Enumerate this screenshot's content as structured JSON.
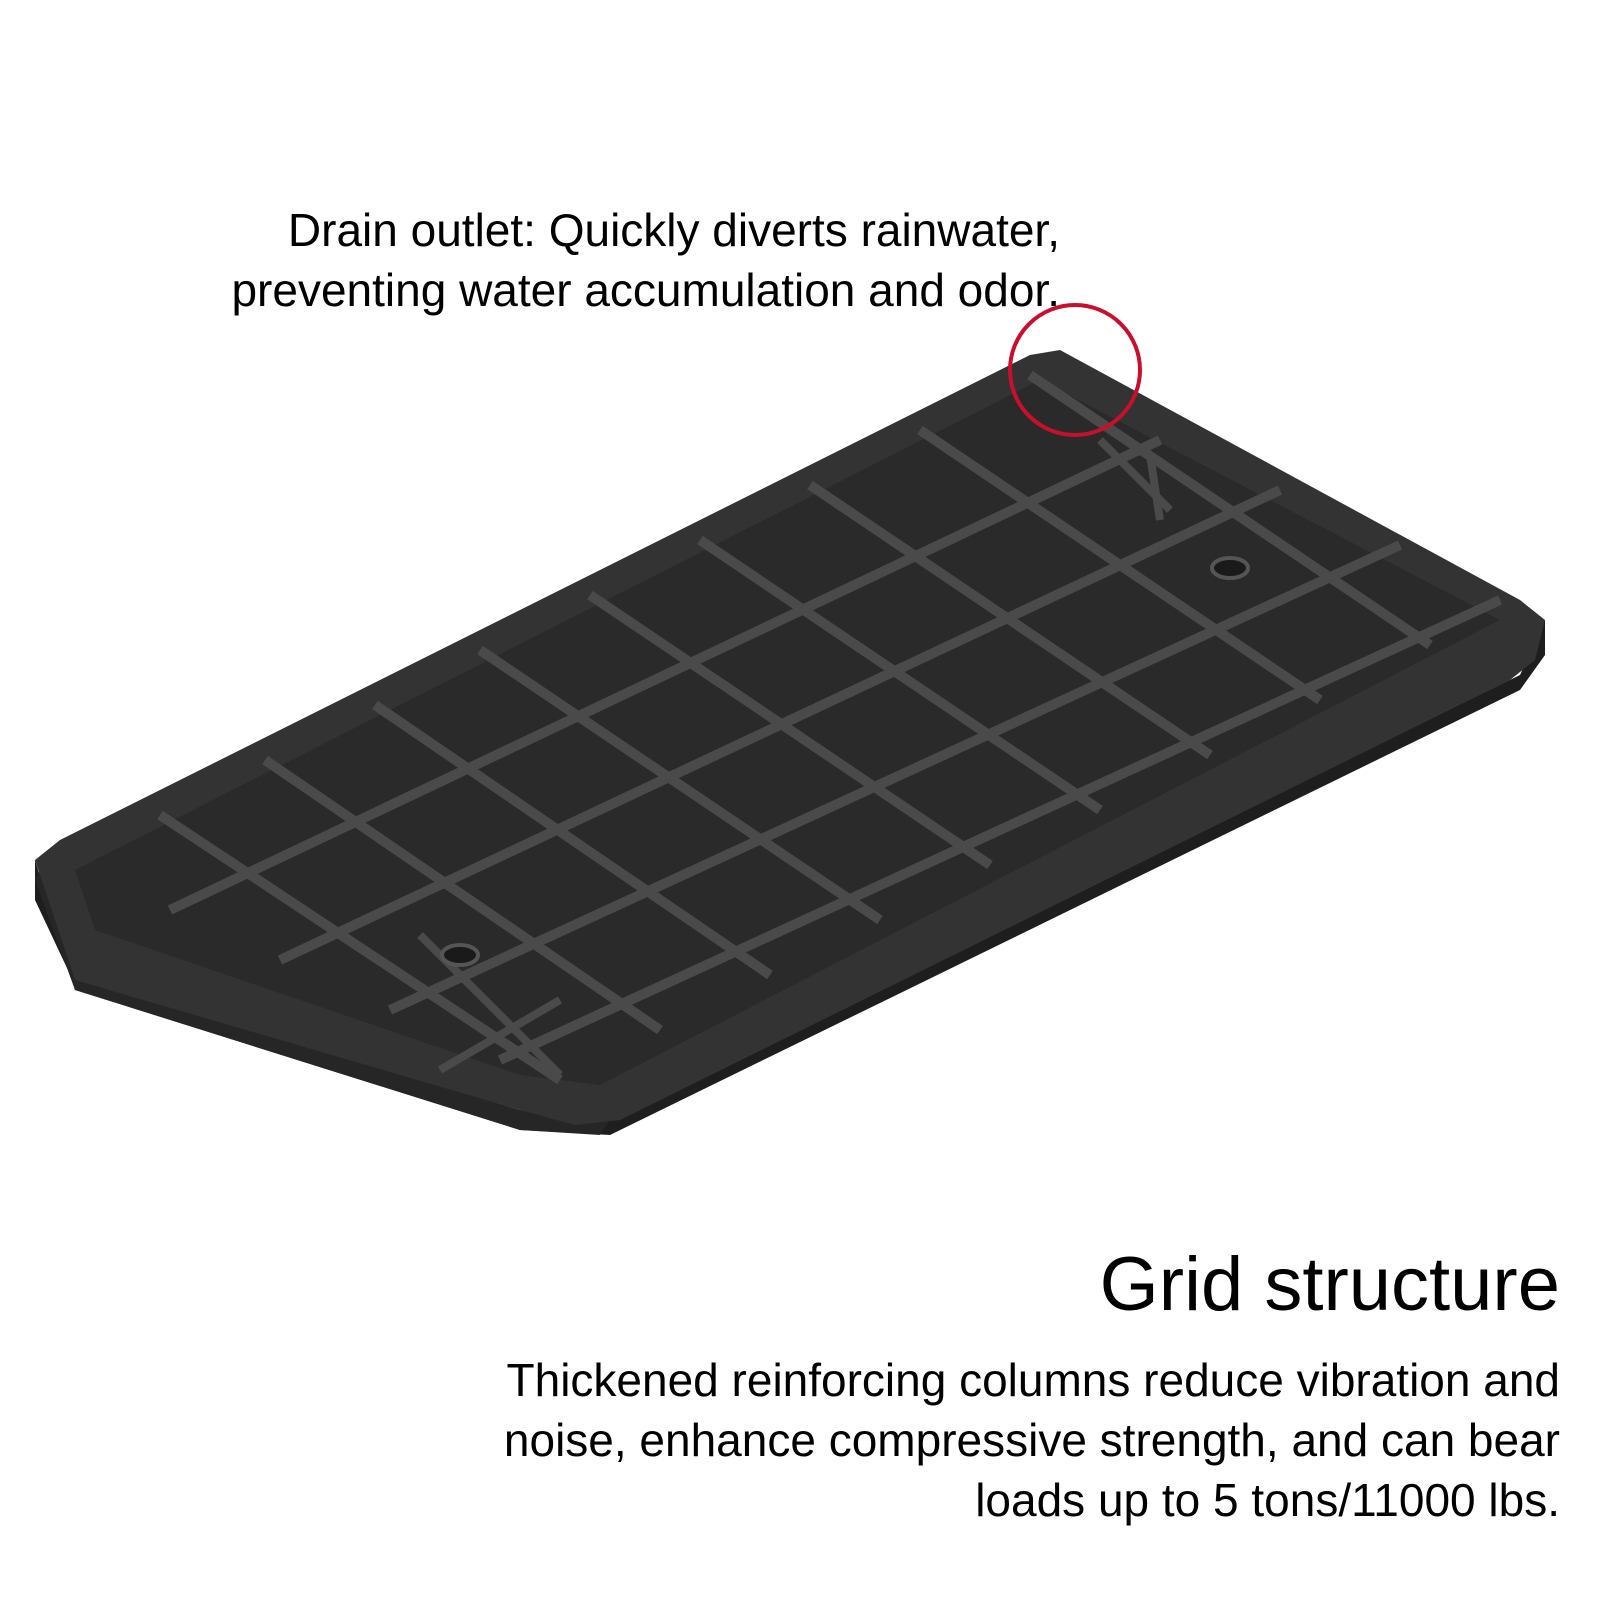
{
  "drain_callout": {
    "line1": "Drain outlet: Quickly diverts rainwater,",
    "line2": "preventing water accumulation and odor."
  },
  "feature": {
    "title": "Grid structure",
    "line1": "Thickened reinforcing columns reduce vibration and",
    "line2": "noise, enhance compressive strength, and can bear",
    "line3": "loads up to 5 tons/11000 lbs."
  },
  "colors": {
    "background": "#ffffff",
    "product_dark": "#2b2b2b",
    "product_mid": "#3a3a3a",
    "highlight_circle": "#c8102e"
  }
}
